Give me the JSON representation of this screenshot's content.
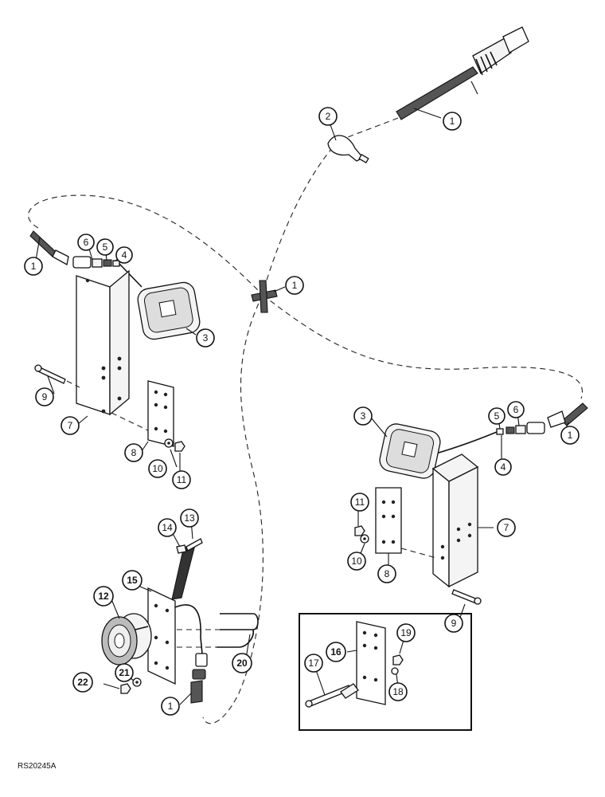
{
  "drawing_code": "RS20245A",
  "callouts": [
    {
      "id": "c1-top",
      "label": "1"
    },
    {
      "id": "c2",
      "label": "2"
    },
    {
      "id": "c1-left",
      "label": "1"
    },
    {
      "id": "c6-left",
      "label": "6"
    },
    {
      "id": "c5-left",
      "label": "5"
    },
    {
      "id": "c4-left",
      "label": "4"
    },
    {
      "id": "c1-center",
      "label": "1"
    },
    {
      "id": "c3-left",
      "label": "3"
    },
    {
      "id": "c9-left",
      "label": "9"
    },
    {
      "id": "c7-left",
      "label": "7"
    },
    {
      "id": "c8-left",
      "label": "8"
    },
    {
      "id": "c10-left",
      "label": "10"
    },
    {
      "id": "c11-left",
      "label": "11"
    },
    {
      "id": "c3-right",
      "label": "3"
    },
    {
      "id": "c5-right",
      "label": "5"
    },
    {
      "id": "c6-right",
      "label": "6"
    },
    {
      "id": "c1-right",
      "label": "1"
    },
    {
      "id": "c4-right",
      "label": "4"
    },
    {
      "id": "c11-right",
      "label": "11"
    },
    {
      "id": "c7-right",
      "label": "7"
    },
    {
      "id": "c10-right",
      "label": "10"
    },
    {
      "id": "c8-right",
      "label": "8"
    },
    {
      "id": "c9-right",
      "label": "9"
    },
    {
      "id": "c14",
      "label": "14"
    },
    {
      "id": "c13",
      "label": "13"
    },
    {
      "id": "c12",
      "label": "12"
    },
    {
      "id": "c15",
      "label": "15"
    },
    {
      "id": "c20",
      "label": "20"
    },
    {
      "id": "c21",
      "label": "21"
    },
    {
      "id": "c22",
      "label": "22"
    },
    {
      "id": "c1-bottom",
      "label": "1"
    },
    {
      "id": "c16",
      "label": "16"
    },
    {
      "id": "c19",
      "label": "19"
    },
    {
      "id": "c17",
      "label": "17"
    },
    {
      "id": "c18",
      "label": "18"
    }
  ]
}
